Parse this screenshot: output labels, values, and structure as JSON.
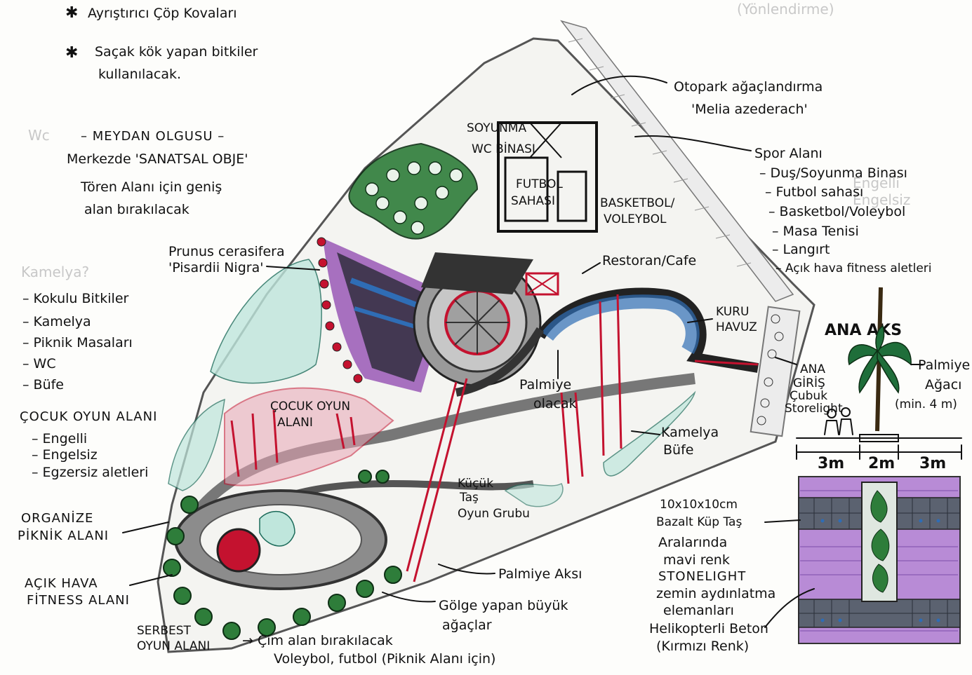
{
  "title": "",
  "notes_top": {
    "note1": "Ayrıştırıcı Çöp Kovaları",
    "note2_line1": "Saçak kök yapan bitkiler",
    "note2_line2": "kullanılacak."
  },
  "meydan": {
    "line1": "– MEYDAN OLGUSU –",
    "line2": "Merkezde 'SANATSAL OBJE'",
    "line3": "Tören Alanı için geniş",
    "line4": "alan bırakılacak"
  },
  "left_list": {
    "items": [
      "– Kokulu Bitkiler",
      "– Kamelya",
      "– Piknik Masaları",
      "– WC",
      "– Büfe"
    ],
    "play_title": "ÇOCUK OYUN ALANI",
    "play_items": [
      "– Engelli",
      "– Engelsiz",
      "– Egzersiz aletleri"
    ],
    "organize_1": "ORGANİZE",
    "organize_2": "PİKNİK ALANI",
    "fitness_1": "AÇIK HAVA",
    "fitness_2": "FİTNESS ALANI",
    "free_1": "SERBEST",
    "free_2": "OYUN ALANI",
    "free_3": "→ Çim alan bırakılacak",
    "free_4": "Voleybol, futbol (Piknik Alanı için)"
  },
  "right_list": {
    "otopark_1": "Otopark ağaçlandırma",
    "otopark_2": "'Melia azederach'",
    "spor_title": "Spor Alanı",
    "spor_items": [
      "– Duş/Soyunma Binası",
      "– Futbol sahası",
      "– Basketbol/Voleybol",
      "– Masa Tenisi",
      "– Langırt",
      "– Açık hava fitness aletleri"
    ]
  },
  "plan_labels": {
    "soyunma": "SOYUNMA",
    "wc_binasi": "WC BİNASI",
    "futbol": "FUTBOL",
    "sahasi": "SAHASI",
    "basketbol": "BASKETBOL/",
    "voleybol": "VOLEYBOL",
    "prunus_1": "Prunus cerasifera",
    "prunus_2": "'Pisardii Nigra'",
    "restoran": "Restoran/Cafe",
    "kuru_1": "KURU",
    "kuru_2": "HAVUZ",
    "palmiye_1": "Palmiye",
    "palmiye_2": "olacak",
    "cocuk_1": "ÇOCUK OYUN",
    "cocuk_2": "ALANI",
    "kamelya": "Kamelya",
    "bufe": "Büfe",
    "kucuk_1": "Küçük",
    "kucuk_2": "Taş",
    "kucuk_3": "Oyun Grubu",
    "palmiye_aksi": "Palmiye Aksı",
    "golge_1": "Gölge yapan büyük",
    "golge_2": "ağaçlar",
    "ana_giris_1": "ANA",
    "ana_giris_2": "GİRİŞ",
    "ana_giris_3": "Çubuk",
    "ana_giris_4": "Storelight"
  },
  "ana_aks": {
    "title": "ANA AKS",
    "palm_1": "Palmiye",
    "palm_2": "Ağacı",
    "palm_3": "(min. 4 m)",
    "dims": [
      "3m",
      "2m",
      "3m"
    ]
  },
  "detail_labels": {
    "bazalt_1": "10x10x10cm",
    "bazalt_2": "Bazalt Küp Taş",
    "aralari_1": "Aralarında",
    "aralari_2": "mavi renk",
    "aralari_3": "STONELIGHT",
    "aralari_4": "zemin aydınlatma",
    "aralari_5": "elemanları",
    "beton_1": "Helikopterli Beton",
    "beton_2": "(Kırmızı Renk)"
  },
  "ghost_text": [
    "(Yönlendirme)",
    "Kamelya?",
    "Engelli",
    "Engelsiz",
    "Wc"
  ],
  "colors": {
    "green": "#2e7d3a",
    "red": "#c4122f",
    "purple": "#8e44ad",
    "blue": "#2f6db5",
    "teal": "#bfe6dc"
  }
}
